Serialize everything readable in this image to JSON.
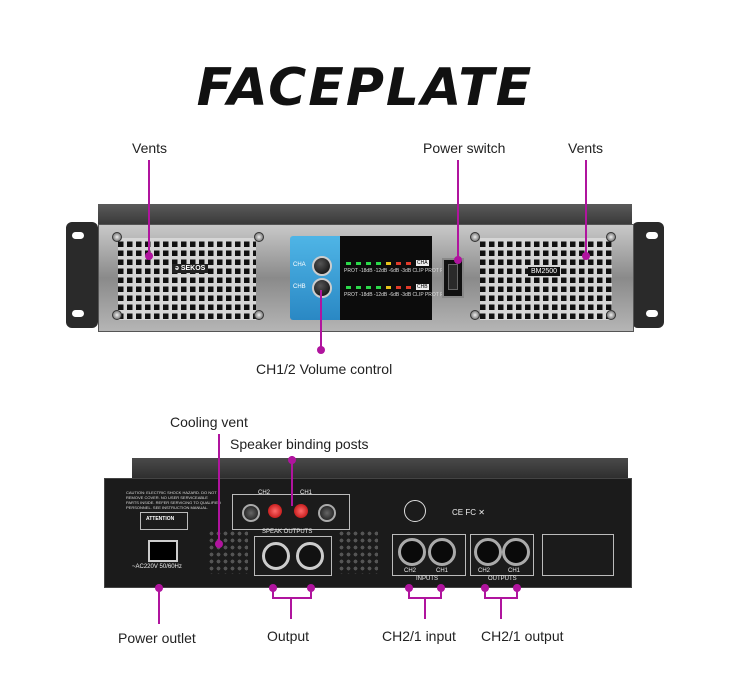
{
  "title": "FACEPLATE",
  "front": {
    "labels": {
      "vents_left": "Vents",
      "power_switch": "Power switch",
      "vents_right": "Vents",
      "volume": "CH1/2 Volume control"
    },
    "brand": "ǝ SEKOS",
    "model": "BM2500",
    "ch_a": "CHA",
    "ch_b": "CHB",
    "ch_a_tag": "CHA",
    "ch_b_tag": "CHB",
    "meter_text": "PROT  -18dB -12dB -6dB  -3dB  CLIP  PROT  PWR"
  },
  "back": {
    "labels": {
      "cooling_vent": "Cooling vent",
      "binding_posts": "Speaker binding posts",
      "power_outlet": "Power outlet",
      "output": "Output",
      "input": "CH2/1 input",
      "output21": "CH2/1 output"
    },
    "caution": "CAUTION: ELECTRIC SHOCK HAZARD. DO NOT REMOVE COVER. NO USER SERVICEABLE PARTS INSIDE. REFER SERVICING TO QUALIFIED PERSONNEL. SEE INSTRUCTION MANUAL.",
    "attention": "ATTENTION",
    "power_rating": "~AC220V 50/60Hz",
    "ch2": "CH2",
    "ch1": "CH1",
    "speak_outputs": "SPEAK OUTPUTS",
    "inputs": "INPUTS",
    "outputs": "OUTPUTS",
    "cert": "CE  FC  ✕"
  }
}
